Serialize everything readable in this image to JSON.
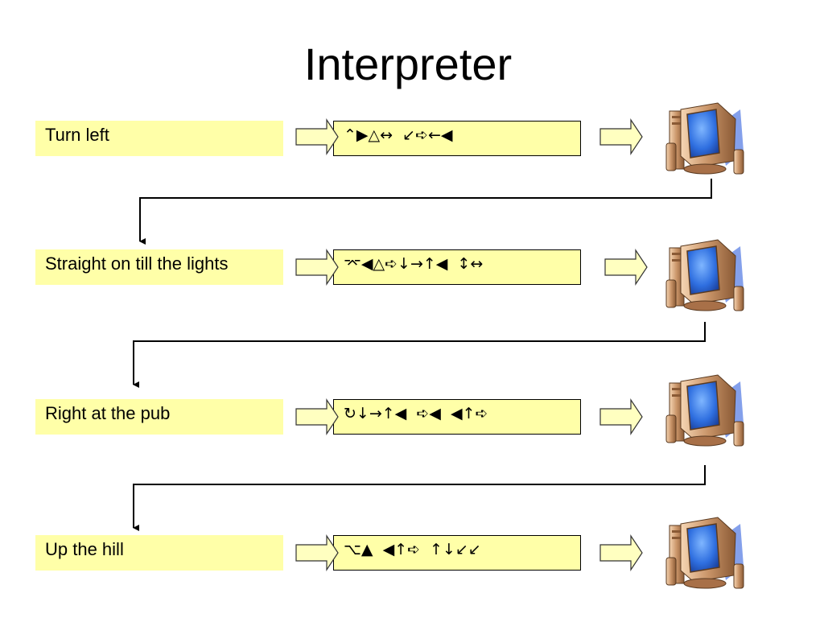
{
  "title": "Interpreter",
  "rows": [
    {
      "instruction": "Turn left",
      "code": "⌃▶△↔  ↙➪←◀"
    },
    {
      "instruction": "Straight on till the lights",
      "code": "⌤◀△➪↓→↑◀  ↕↔"
    },
    {
      "instruction": "Right at the pub",
      "code": "↻↓→↑◀  ➪◀  ◀↑➪"
    },
    {
      "instruction": "Up the hill",
      "code": "⌥▲  ◀↑➪  ↑↓↙↙"
    }
  ]
}
